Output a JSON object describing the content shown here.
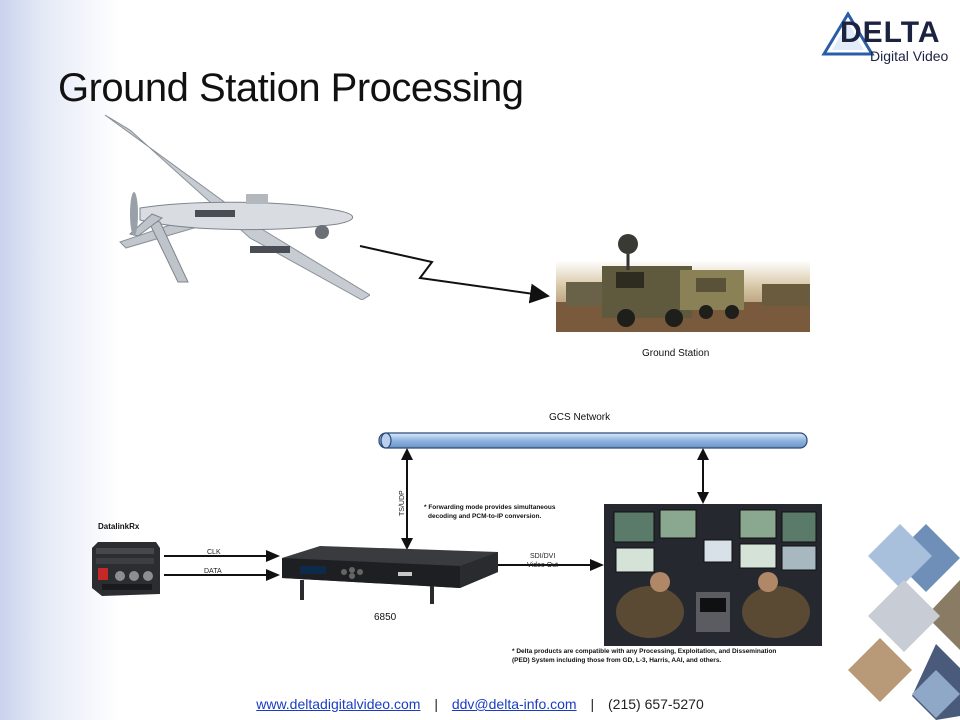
{
  "slide": {
    "title": "Ground Station Processing"
  },
  "logo": {
    "brand": "DELTA",
    "tagline": "Digital Video"
  },
  "labels": {
    "ground_station": "Ground Station",
    "gcs_network": "GCS Network",
    "datalink_rx": "DatalinkRx",
    "clk": "CLK",
    "data": "DATA",
    "tsudp": "TS/UDP",
    "model": "6850",
    "sdi_dvi_line1": "SDI/DVI",
    "sdi_dvi_line2": "Video Out"
  },
  "notes": {
    "forwarding_line1": "* Forwarding mode provides simultaneous",
    "forwarding_line2": "decoding and PCM-to-IP conversion.",
    "compat_line1": "* Delta products are compatible with any Processing, Exploitation, and Dissemination",
    "compat_line2": "(PED) System including those from GD, L-3, Harris, AAI, and others."
  },
  "footer": {
    "website": "www.deltadigitalvideo.com",
    "email": "ddv@delta-info.com",
    "phone": "(215) 657-5270",
    "separator": "|"
  },
  "colors": {
    "pipe": "#8fb5e0",
    "pipe_edge": "#2c4a7a",
    "link": "#1a3cc4",
    "logo": "#1c2340"
  },
  "icons": {
    "drone": "uav-drone-icon",
    "ground_station": "ground-station-photo",
    "datalink": "datalink-receiver-icon",
    "decoder": "rack-decoder-icon",
    "operators": "control-room-photo"
  }
}
